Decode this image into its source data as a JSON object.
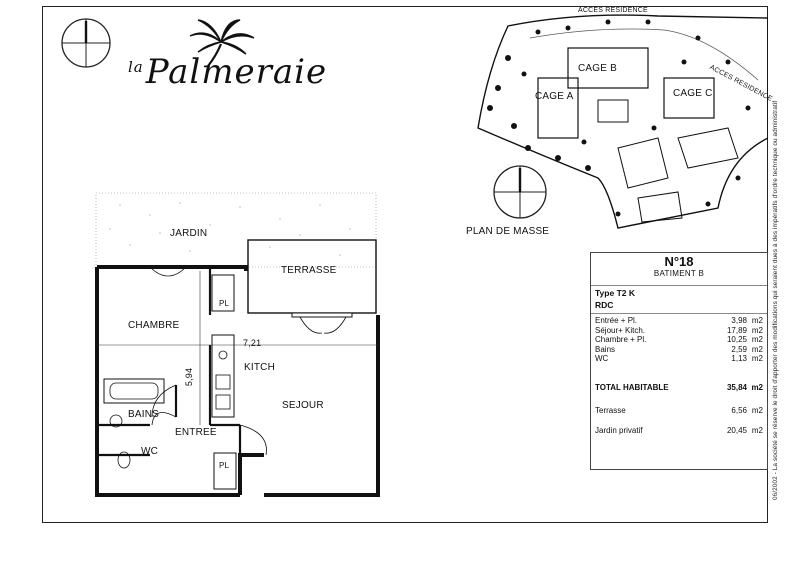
{
  "logo": {
    "small": "la",
    "name": "Palmeraie"
  },
  "plan": {
    "jardin": "JARDIN",
    "terrasse": "TERRASSE",
    "chambre": "CHAMBRE",
    "kitch": "KITCH",
    "sejour": "SEJOUR",
    "bains": "BAINS",
    "entree": "ENTREE",
    "wc": "WC",
    "pl": "PL",
    "dim_a": "7,21",
    "dim_b": "5,94"
  },
  "masse": {
    "title": "PLAN DE MASSE",
    "acces1": "ACCES RESIDENCE",
    "acces2": "ACCES RESIDENCE",
    "cage_a": "CAGE A",
    "cage_b": "CAGE B",
    "cage_c": "CAGE C"
  },
  "table": {
    "title": "N°18",
    "building": "BATIMENT B",
    "type": "Type T2 K",
    "level": "RDC",
    "rooms": [
      {
        "name": "Entrée + Pl.",
        "value": "3,98",
        "unit": "m2"
      },
      {
        "name": "Séjour+ Kitch.",
        "value": "17,89",
        "unit": "m2"
      },
      {
        "name": "Chambre + Pl.",
        "value": "10,25",
        "unit": "m2"
      },
      {
        "name": "Bains",
        "value": "2,59",
        "unit": "m2"
      },
      {
        "name": "WC",
        "value": "1,13",
        "unit": "m2"
      }
    ],
    "total": {
      "name": "TOTAL HABITABLE",
      "value": "35,84",
      "unit": "m2"
    },
    "terrasse": {
      "name": "Terrasse",
      "value": "6,56",
      "unit": "m2"
    },
    "jardin": {
      "name": "Jardin privatif",
      "value": "20,45",
      "unit": "m2"
    }
  },
  "disclaimer": "06/2002 - La société se réserve le droit d'apporter des modifications qui seraient dues à des impératifs d'ordre technique ou administratif"
}
